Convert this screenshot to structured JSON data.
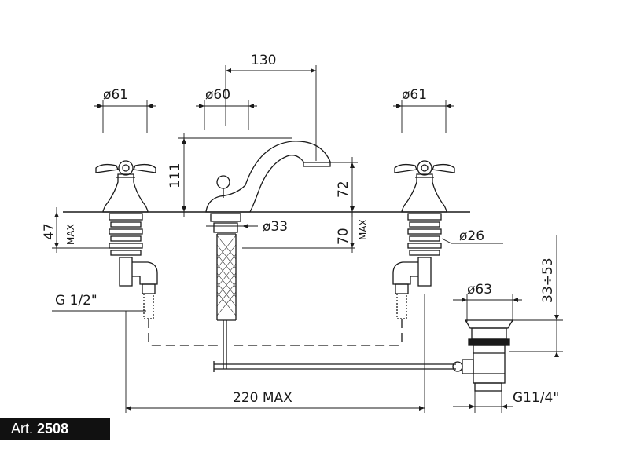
{
  "dimensions": {
    "d_left_handle": "ø61",
    "d_spout_base": "ø60",
    "d_right_handle": "ø61",
    "spacing_spout": "130",
    "height_spout": "111",
    "height_outlet": "72",
    "max_thickness_left": "47",
    "max_label": "MAX",
    "d_pop_rod": "ø33",
    "max_thickness_center": "70",
    "d_shank": "ø26",
    "thread_inlet": "G 1/2\"",
    "drain_range": "33÷53",
    "d_drain": "ø63",
    "total_spacing": "220  MAX",
    "thread_drain": "G11/4\""
  },
  "article": {
    "prefix": "Art.",
    "number": "2508"
  }
}
